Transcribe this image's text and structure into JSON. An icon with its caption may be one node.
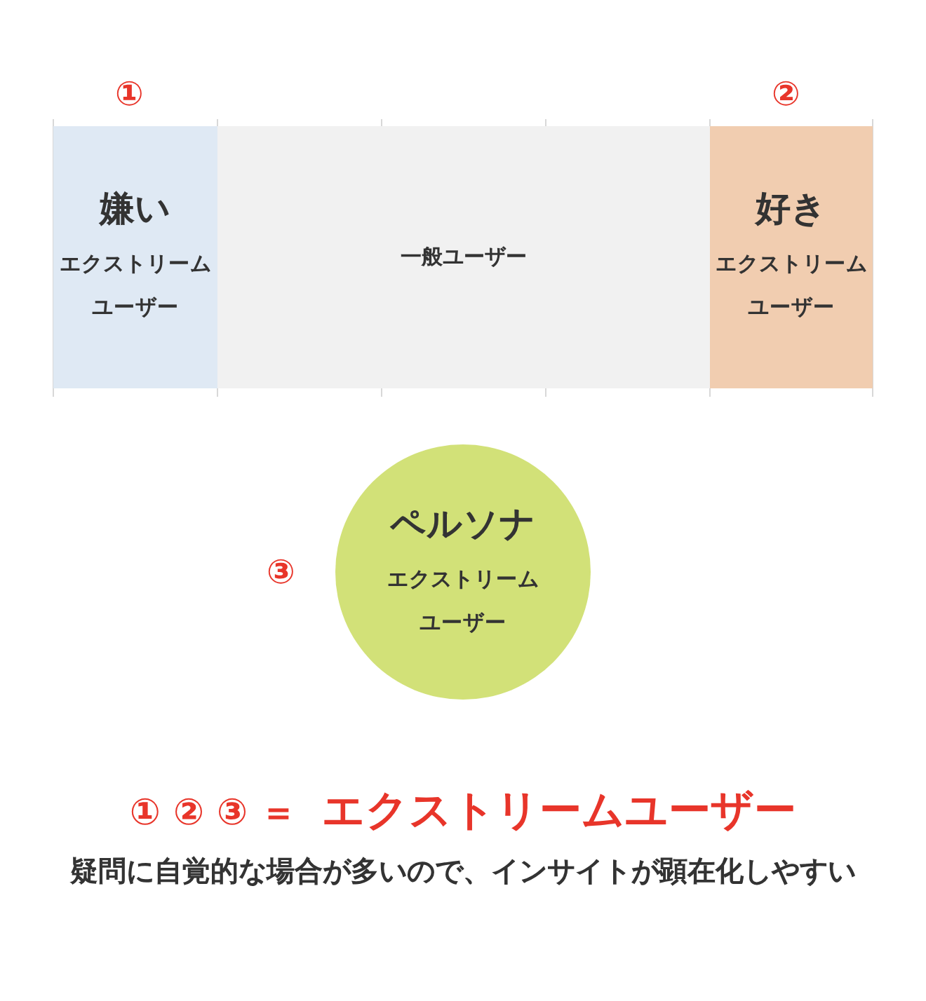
{
  "diagram": {
    "nodes": [
      {
        "text": [
          "嫌い",
          "エクストリームユーザー"
        ],
        "beside": [
          "①"
        ]
      },
      {
        "text": [],
        "shape": "box"
      },
      {
        "text": [
          "一般ユーザー"
        ]
      },
      {
        "text": [],
        "shape": "box"
      },
      {
        "text": [
          "好き",
          "エクストリームユーザー"
        ],
        "beside": [
          "②"
        ]
      },
      {
        "text": [
          "ペルソナ",
          "エクストリームユーザー"
        ],
        "beside": [
          "③"
        ]
      }
    ],
    "edges": [],
    "labels": [
      "① ② ③ ＝",
      "エクストリームユーザー",
      "疑問に自覚的な場合が多いので、インサイトが顕在化しやすい"
    ]
  }
}
